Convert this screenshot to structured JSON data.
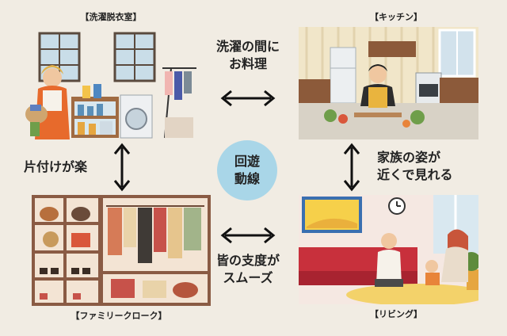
{
  "rooms": {
    "laundry": "【洗濯脱衣室】",
    "kitchen": "【キッチン】",
    "closet": "【ファミリークローク】",
    "living": "【リビング】"
  },
  "links": {
    "top_line1": "洗濯の間に",
    "top_line2": "お料理",
    "left": "片付けが楽",
    "right_line1": "家族の姿が",
    "right_line2": "近くで見れる",
    "bottom_line1": "皆の支度が",
    "bottom_line2": "スムーズ"
  },
  "center": {
    "line1": "回遊",
    "line2": "動線"
  },
  "colors": {
    "background": "#f1ece3",
    "center_circle": "#a9d6e8"
  }
}
